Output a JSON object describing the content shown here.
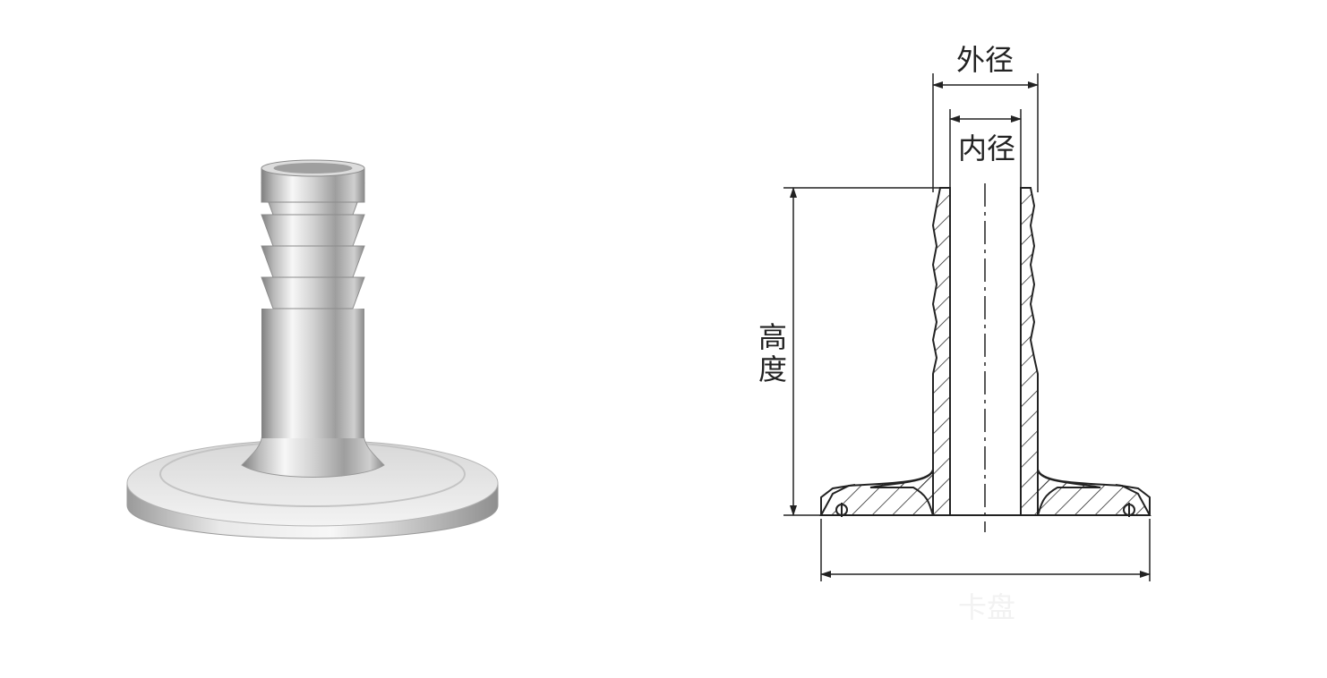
{
  "drawing": {
    "outer_diameter_label": "外径",
    "inner_diameter_label": "内径",
    "height_label_line1": "高",
    "height_label_line2": "度",
    "flange_label": "卡盘"
  },
  "colors": {
    "line": "#222222",
    "metal_light": "#f4f4f4",
    "metal_mid": "#c9c9c9",
    "metal_dark": "#8d8d8d"
  }
}
